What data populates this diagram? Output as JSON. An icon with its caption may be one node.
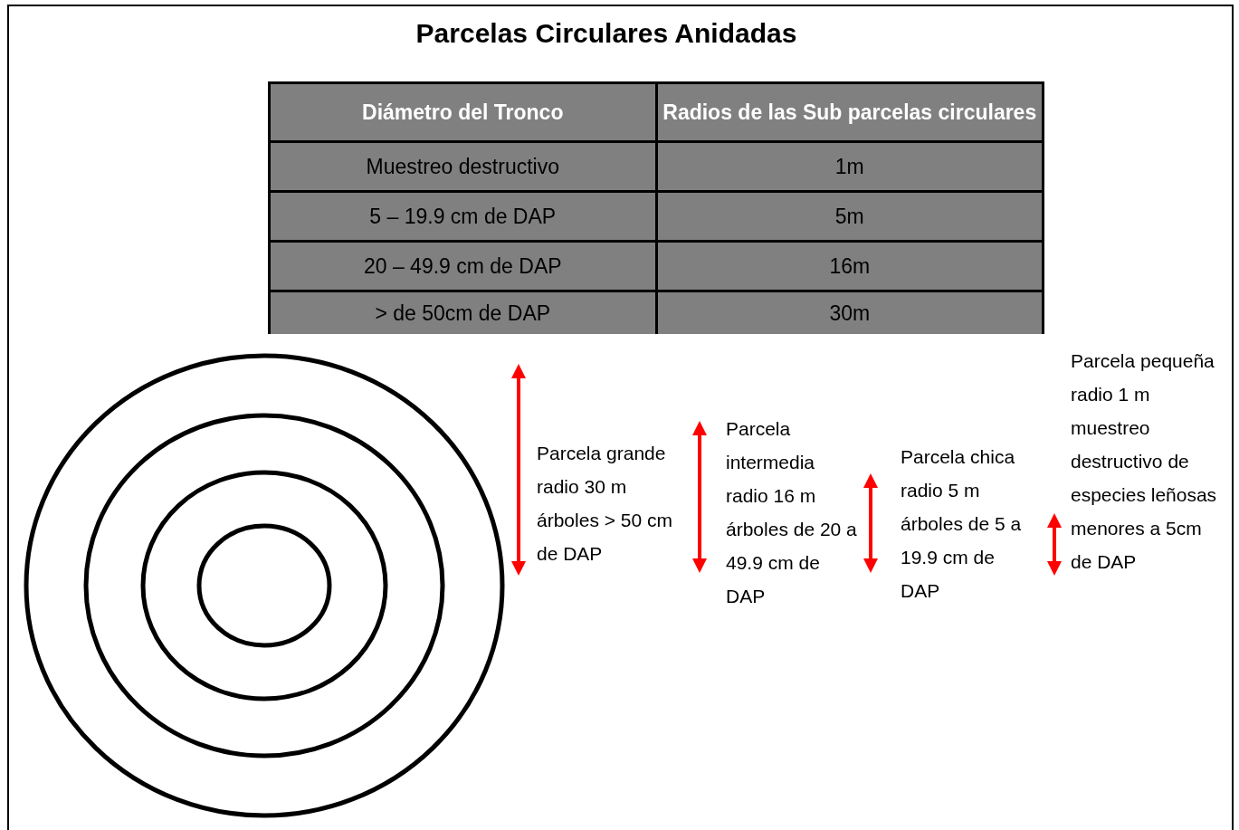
{
  "diagram": {
    "title": "Parcelas Circulares Anidadas",
    "labels": [
      "Diámetro del Tronco",
      "Radios de las Sub parcelas circulares",
      "Muestreo destructivo",
      "1m",
      "5 – 19.9 cm de DAP",
      "5m",
      "20 – 49.9 cm de DAP",
      "16m",
      "> de 50cm de DAP",
      "30m",
      "Parcela grande radio 30 m árboles > 50 cm de DAP",
      "Parcela intermedia radio 16 m árboles de 20 a 49.9 cm de DAP",
      "Parcela chica radio 5 m árboles de 5 a 19.9 cm de DAP",
      "Parcela pequeña radio 1 m muestreo destructivo de especies leñosas menores a 5cm de DAP"
    ]
  }
}
